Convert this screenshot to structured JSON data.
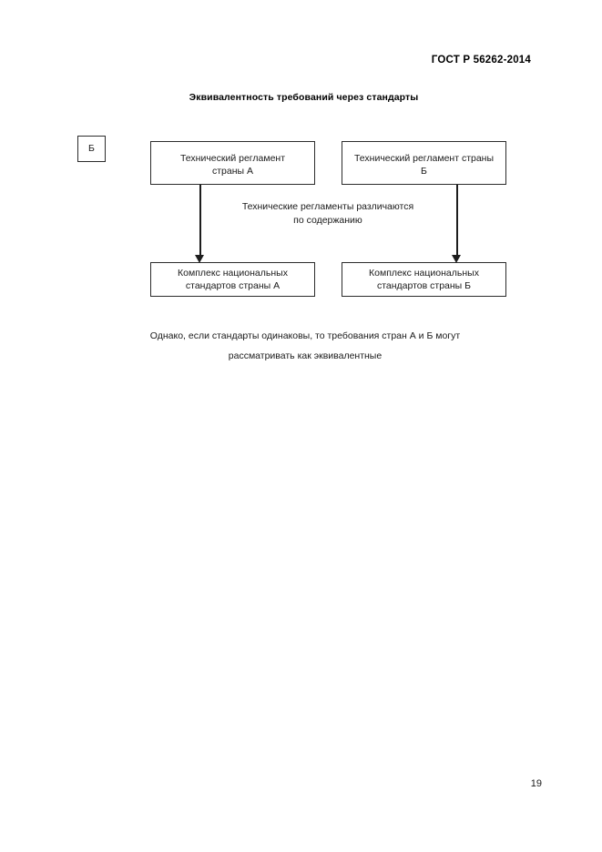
{
  "document": {
    "header_standard": "ГОСТ Р 56262-2014",
    "page_number": "19"
  },
  "figure": {
    "title": "Эквивалентность требований через стандарты",
    "marker_label": "Б",
    "nodes": [
      {
        "id": "technical-regulation-country-a",
        "line1": "Технический регламент",
        "line2": "страны А"
      },
      {
        "id": "technical-regulation-country-b",
        "line1": "Технический регламент страны",
        "line2": "Б"
      },
      {
        "id": "national-standards-country-a",
        "line1": "Комплекс национальных",
        "line2": "стандартов страны А"
      },
      {
        "id": "national-standards-country-b",
        "line1": "Комплекс национальных",
        "line2": "стандартов страны Б"
      }
    ],
    "middle_caption": {
      "line1": "Технические регламенты различаются",
      "line2": "по содержанию"
    },
    "closing_note": {
      "line1": "Однако, если стандарты одинаковы, то требования стран А и Б могут",
      "line2": "рассматривать как эквивалентные"
    }
  }
}
